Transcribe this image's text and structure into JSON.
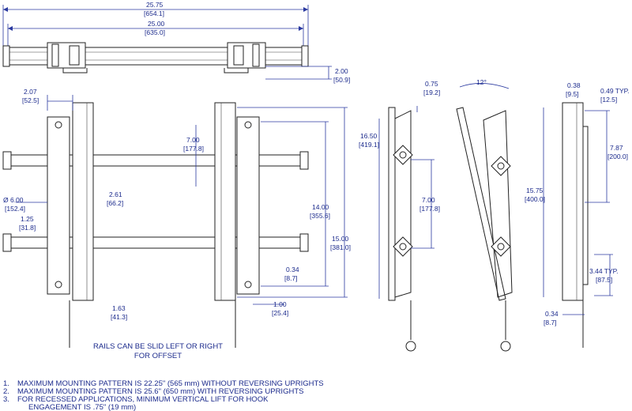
{
  "dimensions": {
    "overall_width": {
      "in": "25.75",
      "mm": "[654.1]"
    },
    "rail_width": {
      "in": "25.00",
      "mm": "[635.0]"
    },
    "rail_depth": {
      "in": "2.00",
      "mm": "[50.9]"
    },
    "upright_width": {
      "in": "2.07",
      "mm": "[52.5]"
    },
    "rail_diameter": {
      "in": "Ø 6.00",
      "mm": "[152.4]"
    },
    "rail_gap": {
      "in": "1.25",
      "mm": "[31.8]"
    },
    "upright_offset": {
      "in": "2.61",
      "mm": "[66.2]"
    },
    "bottom_offset_left": {
      "in": "1.63",
      "mm": "[41.3]"
    },
    "hook_spacing": {
      "in": "7.00",
      "mm": "[177.8]"
    },
    "vertical_pattern": {
      "in": "14.00",
      "mm": "[355.6]"
    },
    "upright_height": {
      "in": "15.00",
      "mm": "[381.0]"
    },
    "hook_depth": {
      "in": "0.34",
      "mm": "[8.7]"
    },
    "bottom_offset_right": {
      "in": "1.00",
      "mm": "[25.4]"
    },
    "side_depth": {
      "in": "0.75",
      "mm": "[19.2]"
    },
    "side_height": {
      "in": "16.50",
      "mm": "[419.1]"
    },
    "side_hole_spacing": {
      "in": "7.00",
      "mm": "[177.8]"
    },
    "tilt_angle": "12°",
    "profile_depth": {
      "in": "0.38",
      "mm": "[9.5]"
    },
    "top_offset": {
      "in": "0.49 TYP.",
      "mm": "[12.5]"
    },
    "slot_spacing": {
      "in": "7.87",
      "mm": "[200.0]"
    },
    "profile_height": {
      "in": "15.75",
      "mm": "[400.0]"
    },
    "bottom_slot": {
      "in": "3.44 TYP.",
      "mm": "[87.5]"
    },
    "profile_bottom_depth": {
      "in": "0.34",
      "mm": "[8.7]"
    }
  },
  "rail_note": [
    "RAILS CAN BE SLID LEFT OR RIGHT",
    "FOR OFFSET"
  ],
  "notes": [
    {
      "num": "1.",
      "text": "MAXIMUM MOUNTING PATTERN IS 22.25\" (565 mm) WITHOUT REVERSING UPRIGHTS"
    },
    {
      "num": "2.",
      "text": "MAXIMUM MOUNTING PATTERN IS 25.6\" (650 mm) WITH REVERSING UPRIGHTS"
    },
    {
      "num": "3.",
      "text": "FOR RECESSED APPLICATIONS, MINIMUM VERTICAL LIFT FOR HOOK"
    },
    {
      "num": "",
      "text": "ENGAGEMENT IS .75\" (19 mm)"
    }
  ]
}
